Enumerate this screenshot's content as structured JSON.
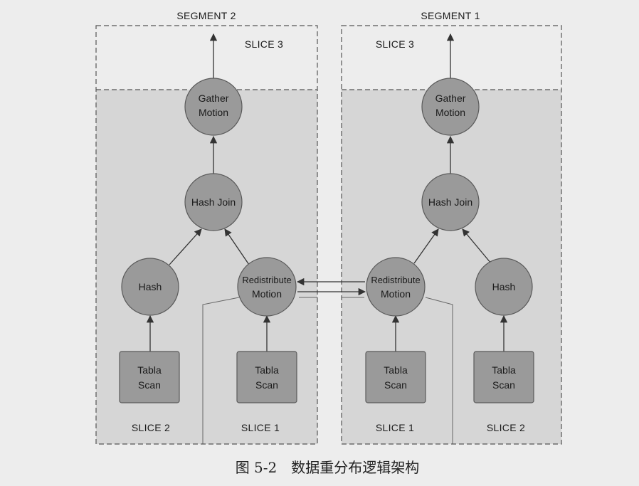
{
  "colors": {
    "background": "#ededed",
    "shaded_region": "#d6d6d6",
    "node_fill": "#9a9a9a",
    "node_stroke": "#5a5a5a",
    "line": "#333333"
  },
  "segments": {
    "left": {
      "title": "SEGMENT 2",
      "top_slice": "SLICE 3",
      "bottom_left_slice": "SLICE 2",
      "bottom_right_slice": "SLICE 1",
      "gather": [
        "Gather",
        "Motion"
      ],
      "hash_join": "Hash Join",
      "hash": "Hash",
      "redistribute": [
        "Redistribute",
        "Motion"
      ],
      "scan_left": [
        "Tabla",
        "Scan"
      ],
      "scan_right": [
        "Tabla",
        "Scan"
      ]
    },
    "right": {
      "title": "SEGMENT 1",
      "top_slice": "SLICE 3",
      "bottom_left_slice": "SLICE 1",
      "bottom_right_slice": "SLICE 2",
      "gather": [
        "Gather",
        "Motion"
      ],
      "hash_join": "Hash Join",
      "hash": "Hash",
      "redistribute": [
        "Redistribute",
        "Motion"
      ],
      "scan_left": [
        "Tabla",
        "Scan"
      ],
      "scan_right": [
        "Tabla",
        "Scan"
      ]
    }
  },
  "caption": "图 5-2　数据重分布逻辑架构"
}
